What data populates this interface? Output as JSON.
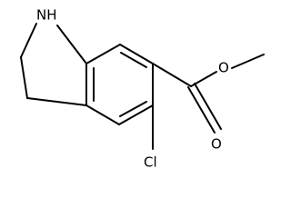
{
  "molecule": {
    "atoms": {
      "nh": "NH",
      "o_ester": "O",
      "o_carbonyl": "O",
      "cl": "Cl"
    }
  }
}
